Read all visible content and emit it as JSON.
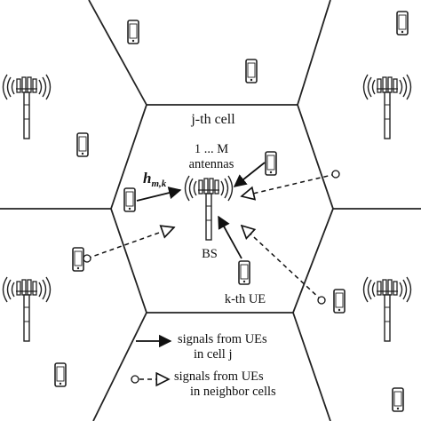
{
  "labels": {
    "cell": "j-th cell",
    "antennas_line1": "1 ... M",
    "antennas_line2": "antennas",
    "channel": "h",
    "channel_sub": "m,k",
    "bs": "BS",
    "kth_ue": "k-th UE"
  },
  "legend": {
    "solid_line1": "signals from UEs",
    "solid_line2": "in cell j",
    "dashed_line1": "signals from UEs",
    "dashed_line2": "in neighbor cells"
  },
  "icons": {
    "phone": "mobile-phone-icon",
    "tower": "antenna-tower-icon"
  },
  "colors": {
    "line": "#222222",
    "background": "#ffffff"
  }
}
